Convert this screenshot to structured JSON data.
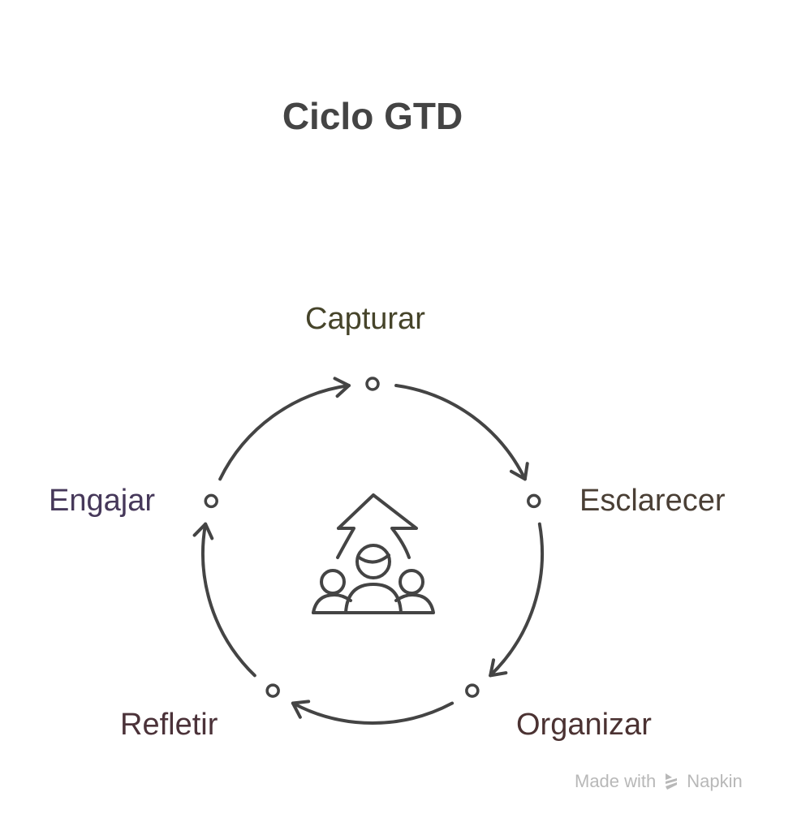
{
  "title": "Ciclo GTD",
  "steps": [
    {
      "label": "Capturar",
      "color": "#46442a"
    },
    {
      "label": "Esclarecer",
      "color": "#4a3f35"
    },
    {
      "label": "Organizar",
      "color": "#4b3232"
    },
    {
      "label": "Refletir",
      "color": "#4b3239"
    },
    {
      "label": "Engajar",
      "color": "#46385a"
    }
  ],
  "center_icon": "team-growth-arrow-icon",
  "footer": {
    "made_with": "Made with",
    "brand": "Napkin"
  }
}
